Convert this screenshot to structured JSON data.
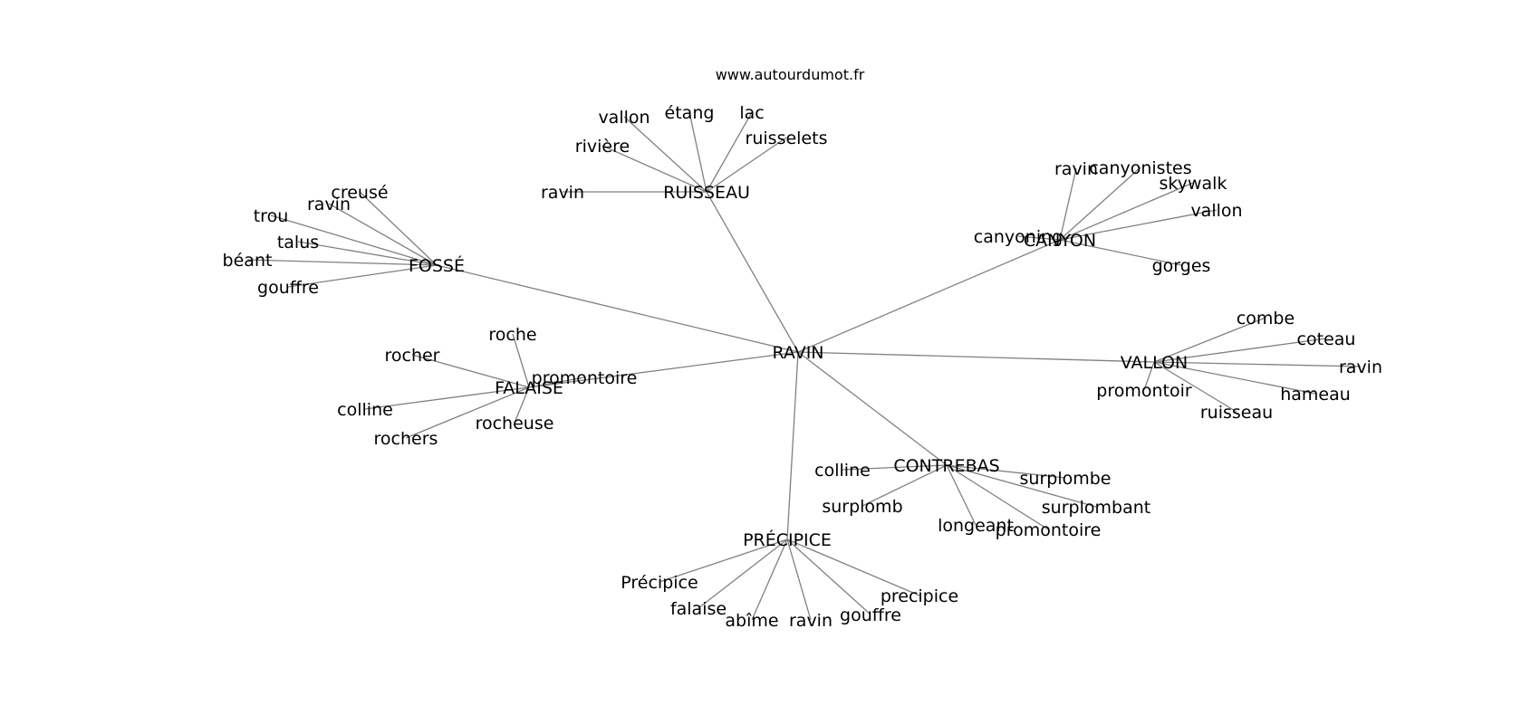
{
  "credit": "www.autourdumot.fr",
  "center": {
    "id": "ravin-center",
    "label": "RAVIN"
  },
  "hubs": [
    {
      "id": "ruisseau",
      "label": "RUISSEAU",
      "leaves": [
        "vallon",
        "étang",
        "lac",
        "ruisselets",
        "rivière",
        "ravin"
      ]
    },
    {
      "id": "fosse",
      "label": "FOSSÉ",
      "leaves": [
        "creusé",
        "ravin",
        "trou",
        "talus",
        "béant",
        "gouffre"
      ]
    },
    {
      "id": "canyon",
      "label": "CANYON",
      "leaves": [
        "ravin",
        "canyonistes",
        "skywalk",
        "vallon",
        "canyoning",
        "gorges"
      ]
    },
    {
      "id": "vallon",
      "label": "VALLON",
      "leaves": [
        "combe",
        "coteau",
        "ravin",
        "hameau",
        "promontoir",
        "ruisseau"
      ]
    },
    {
      "id": "falaise",
      "label": "FALAISE",
      "leaves": [
        "roche",
        "rocher",
        "promontoire",
        "colline",
        "rochers",
        "rocheuse"
      ]
    },
    {
      "id": "contrebas",
      "label": "CONTREBAS",
      "leaves": [
        "colline",
        "surplombe",
        "surplomb",
        "surplombant",
        "longeant",
        "promontoire"
      ]
    },
    {
      "id": "precipice",
      "label": "PRÉCIPICE",
      "leaves": [
        "Précipice",
        "falaise",
        "abîme",
        "ravin",
        "gouffre",
        "precipice"
      ]
    }
  ]
}
